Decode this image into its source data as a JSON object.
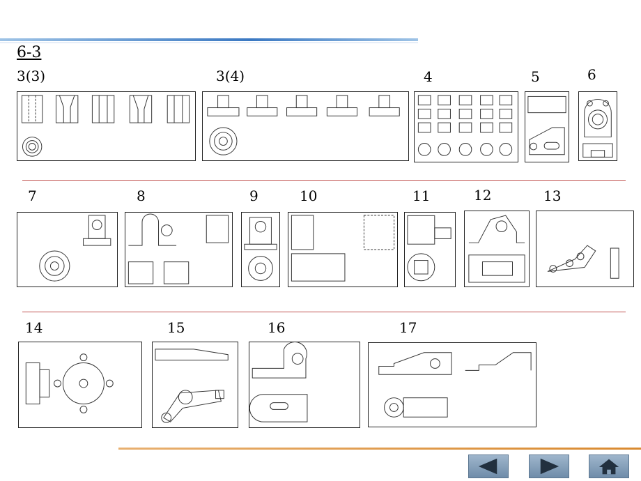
{
  "section": {
    "title": "6-3"
  },
  "items": [
    {
      "label": "3(3)"
    },
    {
      "label": "3(4)"
    },
    {
      "label": "4"
    },
    {
      "label": "5"
    },
    {
      "label": "6"
    },
    {
      "label": "7"
    },
    {
      "label": "8"
    },
    {
      "label": "9"
    },
    {
      "label": "10"
    },
    {
      "label": "11"
    },
    {
      "label": "12"
    },
    {
      "label": "13"
    },
    {
      "label": "14"
    },
    {
      "label": "15"
    },
    {
      "label": "16"
    },
    {
      "label": "17"
    }
  ],
  "nav": {
    "prev_icon": "left-arrow-icon",
    "next_icon": "right-arrow-icon",
    "home_icon": "home-icon"
  },
  "colors": {
    "divider": "#c0504d",
    "top_rule": "#3a78c2",
    "bottom_rule": "#d98a30",
    "button": "#7e99b3"
  }
}
